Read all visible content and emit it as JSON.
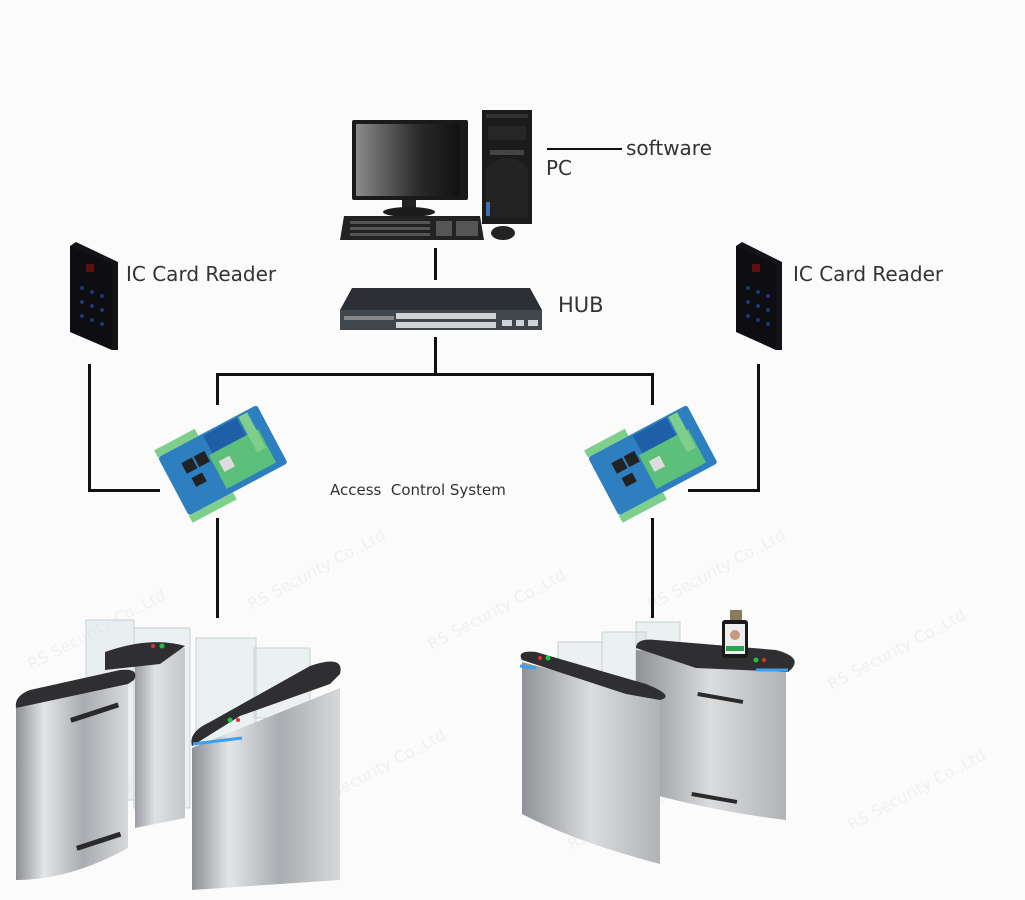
{
  "diagram": {
    "pc": {
      "label": "PC",
      "software_label": "software"
    },
    "hub": {
      "label": "HUB"
    },
    "readers": [
      {
        "label": "IC Card Reader"
      },
      {
        "label": "IC Card Reader"
      }
    ],
    "controller": {
      "label": "Access  Control System"
    },
    "watermark": "RS Security Co.,Ltd",
    "colors": {
      "background": "#fbfbfb",
      "connector": "#111111",
      "board_blue": "#2d7fc0",
      "board_green": "#5cbf7a",
      "gate_steel": "#b9bcbf",
      "gate_top": "#2f2f31",
      "indicator_blue": "#3aa0f0"
    }
  }
}
